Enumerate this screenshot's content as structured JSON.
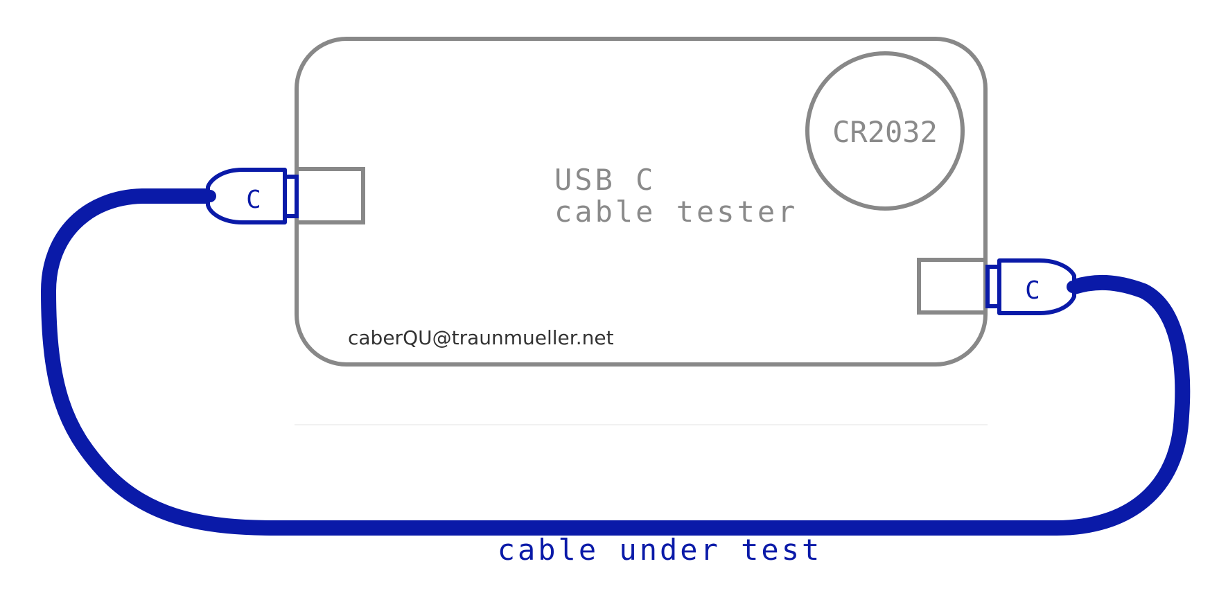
{
  "device": {
    "title_line1": "USB C",
    "title_line2": "cable tester",
    "battery_label": "CR2032",
    "email": "caberQU@traunmueller.net"
  },
  "connectors": {
    "left_label": "C",
    "right_label": "C"
  },
  "cable": {
    "label": "cable under test"
  },
  "colors": {
    "device_outline": "#888888",
    "cable_blue": "#0a1aa8",
    "text_gray": "#8a8a8a",
    "email_text": "#333333"
  }
}
